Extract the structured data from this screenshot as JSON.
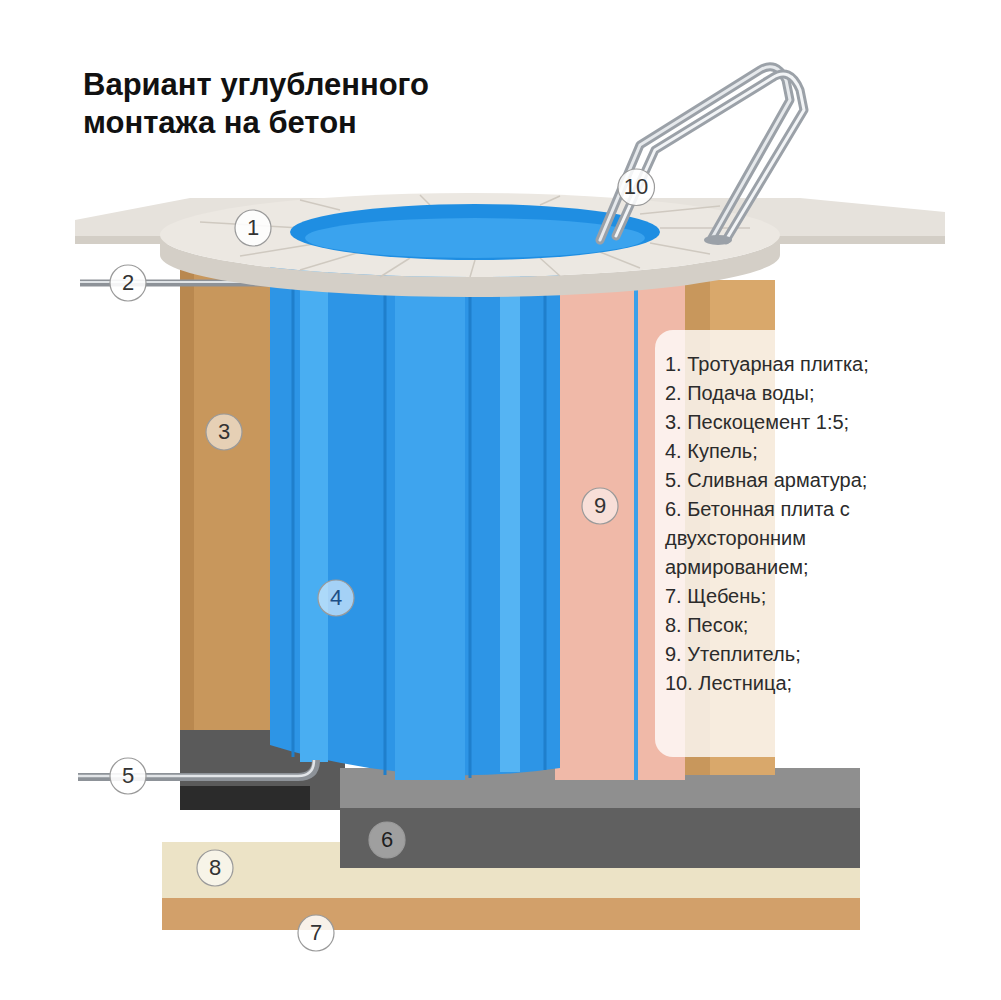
{
  "diagram": {
    "title": "Вариант углубленного монтажа на бетон",
    "nodes": [
      {
        "text": [
          "10"
        ]
      },
      {
        "text": [
          "1"
        ]
      },
      {
        "text": [
          "2"
        ]
      },
      {
        "text": [
          "3"
        ]
      },
      {
        "text": [
          "9"
        ]
      },
      {
        "text": [
          "4"
        ]
      },
      {
        "text": [
          "5"
        ]
      },
      {
        "text": [
          "6"
        ]
      },
      {
        "text": [
          "8"
        ]
      },
      {
        "text": [
          "7"
        ]
      },
      {
        "text": [
          "1. Тротуарная плитка;",
          "2. Подача воды;",
          "3. Пескоцемент 1:5;",
          "4. Купель;",
          "5. Сливная арматура;",
          "6. Бетонная плита с двухсторонним армированием;",
          "7. Щебень;",
          "8. Песок;",
          "9. Утеплитель;",
          "10. Лестница;"
        ]
      }
    ]
  }
}
